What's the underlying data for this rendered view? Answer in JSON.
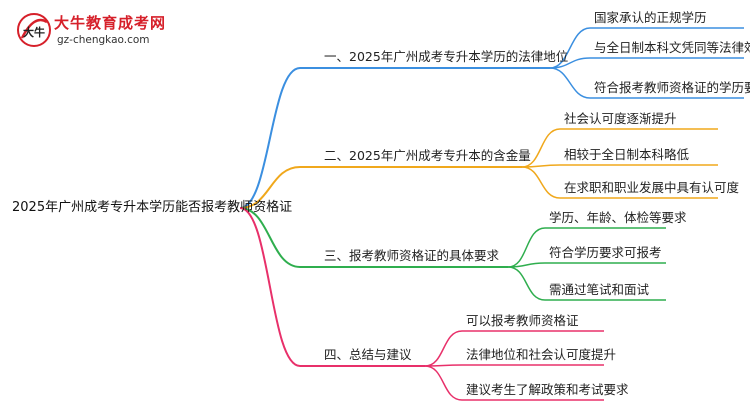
{
  "watermark": {
    "site_name": "大牛教育成考网",
    "url": "gz-chengkao.com",
    "logo_text": "大牛"
  },
  "mindmap": {
    "root": "2025年广州成考专升本学历能否报考教师资格证",
    "branches": [
      {
        "label": "一、2025年广州成考专升本学历的法律地位",
        "color": "#3b8fe0",
        "children": [
          "国家承认的正规学历",
          "与全日制本科文凭同等法律效力",
          "符合报考教师资格证的学历要求"
        ]
      },
      {
        "label": "二、2025年广州成考专升本的含金量",
        "color": "#f0a81c",
        "children": [
          "社会认可度逐渐提升",
          "相较于全日制本科略低",
          "在求职和职业发展中具有认可度"
        ]
      },
      {
        "label": "三、报考教师资格证的具体要求",
        "color": "#2fae4e",
        "children": [
          "学历、年龄、体检等要求",
          "符合学历要求可报考",
          "需通过笔试和面试"
        ]
      },
      {
        "label": "四、总结与建议",
        "color": "#e8306a",
        "children": [
          "可以报考教师资格证",
          "法律地位和社会认可度提升",
          "建议考生了解政策和考试要求"
        ]
      }
    ]
  }
}
